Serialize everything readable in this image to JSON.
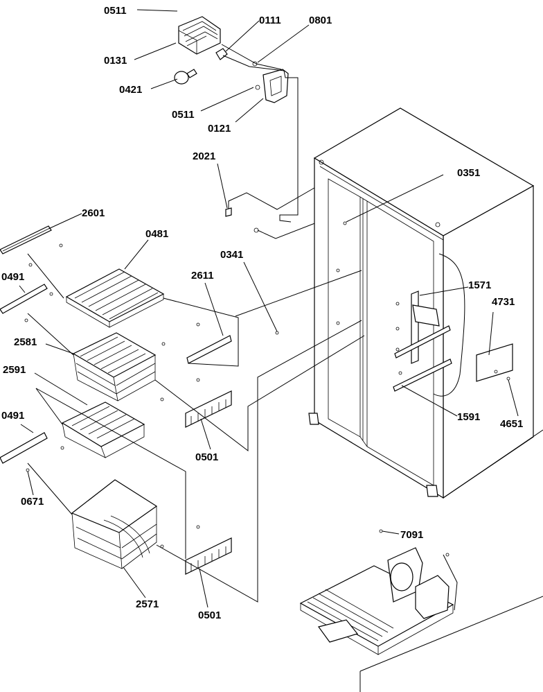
{
  "labels": [
    {
      "id": "lbl-0511-top",
      "text": "0511"
    },
    {
      "id": "lbl-0131",
      "text": "0131"
    },
    {
      "id": "lbl-0111",
      "text": "0111"
    },
    {
      "id": "lbl-0801",
      "text": "0801"
    },
    {
      "id": "lbl-0421",
      "text": "0421"
    },
    {
      "id": "lbl-0511-mid",
      "text": "0511"
    },
    {
      "id": "lbl-0121",
      "text": "0121"
    },
    {
      "id": "lbl-2021",
      "text": "2021"
    },
    {
      "id": "lbl-0351",
      "text": "0351"
    },
    {
      "id": "lbl-2601",
      "text": "2601"
    },
    {
      "id": "lbl-0481",
      "text": "0481"
    },
    {
      "id": "lbl-0491-top",
      "text": "0491"
    },
    {
      "id": "lbl-0341",
      "text": "0341"
    },
    {
      "id": "lbl-2611",
      "text": "2611"
    },
    {
      "id": "lbl-1571",
      "text": "1571"
    },
    {
      "id": "lbl-4731",
      "text": "4731"
    },
    {
      "id": "lbl-2581",
      "text": "2581"
    },
    {
      "id": "lbl-2591",
      "text": "2591"
    },
    {
      "id": "lbl-0491-bot",
      "text": "0491"
    },
    {
      "id": "lbl-1591",
      "text": "1591"
    },
    {
      "id": "lbl-4651",
      "text": "4651"
    },
    {
      "id": "lbl-0501-top",
      "text": "0501"
    },
    {
      "id": "lbl-0671",
      "text": "0671"
    },
    {
      "id": "lbl-7091",
      "text": "7091"
    },
    {
      "id": "lbl-2571",
      "text": "2571"
    },
    {
      "id": "lbl-0501-bot",
      "text": "0501"
    }
  ]
}
